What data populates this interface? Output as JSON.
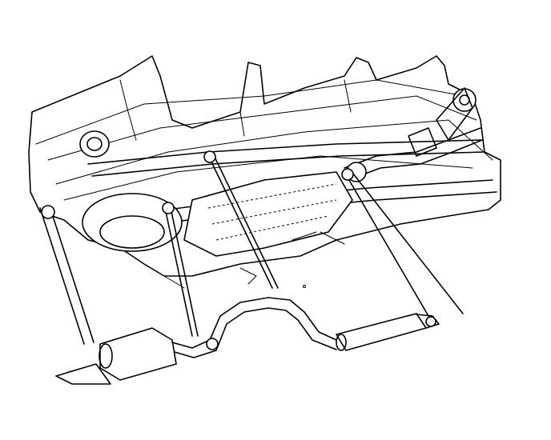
{
  "diagram": {
    "colors": {
      "line": "#000000",
      "background": "#ffffff"
    },
    "components": [
      "vehicle-underbody",
      "frame-rail-left",
      "frame-rail-right",
      "spare-tire",
      "fuel-tank",
      "exhaust-pipe",
      "front-muffler",
      "rear-muffler",
      "tailpipe",
      "exhaust-hangers",
      "rear-axle"
    ]
  }
}
